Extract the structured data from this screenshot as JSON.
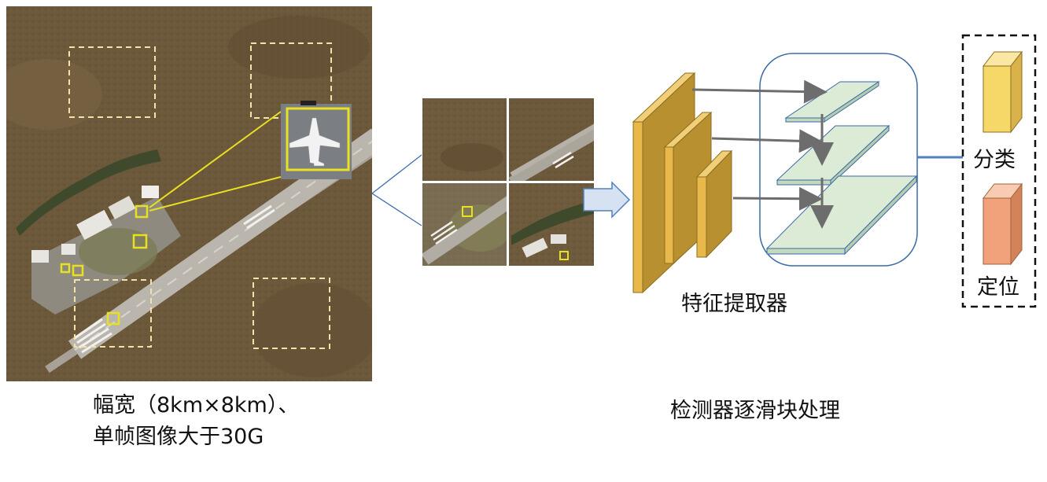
{
  "captions": {
    "image_caption_line1": "幅宽（8km×8km）、",
    "image_caption_line2": "单帧图像大于30G",
    "process_caption": "检测器逐滑块处理"
  },
  "labels": {
    "feature_extractor": "特征提取器",
    "classification": "分类",
    "localization": "定位"
  },
  "colors": {
    "terrain": "#6b5638",
    "runway": "#b8b4ab",
    "box_yellow": "#e8e020",
    "dashed_box": "#f3e3a8",
    "feature_block": "#e8b94a",
    "fpn_fill": "#dcebd5",
    "fpn_frame": "#3a6aa8",
    "output_yellow": "#f6d868",
    "output_orange": "#f2a27a",
    "connector_blue": "#4f81bd",
    "arrow_gray": "#6d6d6d"
  }
}
